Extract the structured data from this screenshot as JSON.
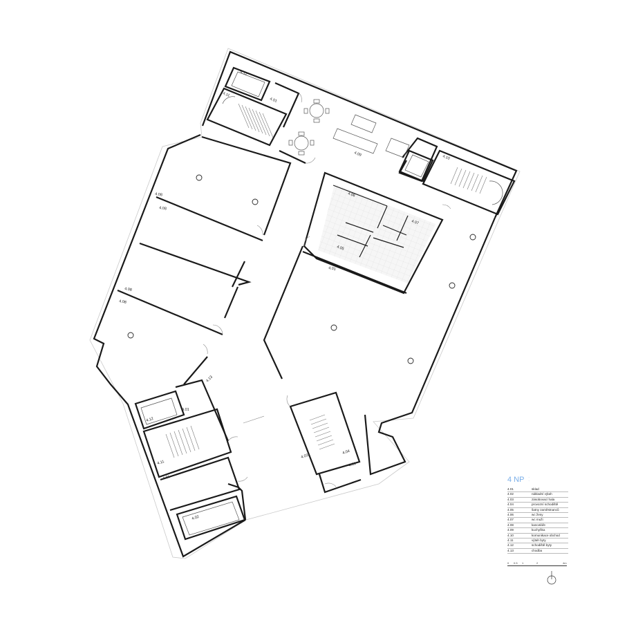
{
  "floor_label": "4 NP",
  "legend_subtitle": [
    "-",
    "-"
  ],
  "legend": [
    {
      "code": "4.01",
      "name": "sklad"
    },
    {
      "code": "4.02",
      "name": "nákladní výtah"
    },
    {
      "code": "4.03",
      "name": "zásobovací hala"
    },
    {
      "code": "4.04",
      "name": "provozní schodiště"
    },
    {
      "code": "4.05",
      "name": "šatny zaměstnanců"
    },
    {
      "code": "4.06",
      "name": "wc ženy"
    },
    {
      "code": "4.07",
      "name": "wc muži"
    },
    {
      "code": "4.08",
      "name": "kanceláře"
    },
    {
      "code": "4.09",
      "name": "kuchyňka"
    },
    {
      "code": "4.10",
      "name": "komunikace obchod"
    },
    {
      "code": "4.11",
      "name": "výtah byty"
    },
    {
      "code": "4.12",
      "name": "schodiště byty"
    },
    {
      "code": "4.13",
      "name": "chodba"
    }
  ],
  "room_labels": [
    {
      "id": "r412a",
      "text": "4.12"
    },
    {
      "id": "r411a",
      "text": "4.11"
    },
    {
      "id": "r401a",
      "text": "4.01"
    },
    {
      "id": "r409",
      "text": "4.09"
    },
    {
      "id": "r410",
      "text": "4.10"
    },
    {
      "id": "r408a",
      "text": "4.08"
    },
    {
      "id": "r408b",
      "text": "4.08"
    },
    {
      "id": "r406",
      "text": "4.06"
    },
    {
      "id": "r407",
      "text": "4.07"
    },
    {
      "id": "r405",
      "text": "4.05"
    },
    {
      "id": "r401b",
      "text": "4.01"
    },
    {
      "id": "r408c",
      "text": "4.08"
    },
    {
      "id": "r408d",
      "text": "4.08"
    },
    {
      "id": "r413",
      "text": "4.13"
    },
    {
      "id": "r401c",
      "text": "4.01"
    },
    {
      "id": "r412b",
      "text": "4.12"
    },
    {
      "id": "r411b",
      "text": "4.11"
    },
    {
      "id": "r403",
      "text": "4.03"
    },
    {
      "id": "r404",
      "text": "4.04"
    },
    {
      "id": "r401d",
      "text": "4.01"
    },
    {
      "id": "r401e",
      "text": "4.01"
    },
    {
      "id": "r402",
      "text": "4.02"
    }
  ],
  "scale_ticks": [
    "0",
    "0.5",
    "1",
    "2",
    "4m"
  ]
}
